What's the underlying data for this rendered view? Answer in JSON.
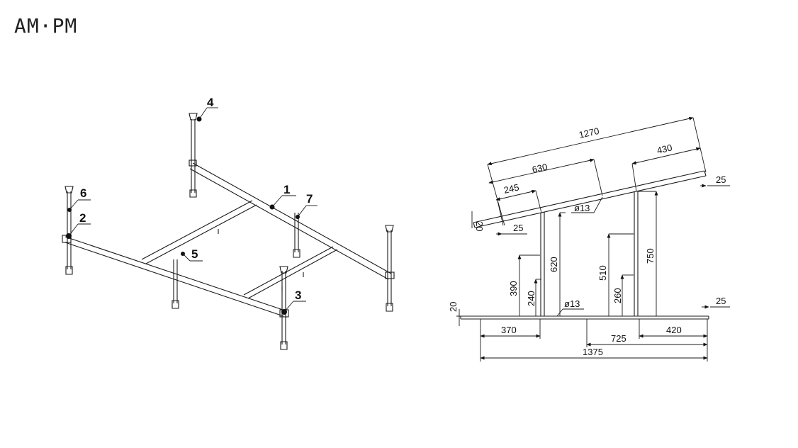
{
  "brand": {
    "text": "AM·PM"
  },
  "callouts": [
    "1",
    "2",
    "3",
    "4",
    "5",
    "6",
    "7"
  ],
  "dimensions": {
    "top": {
      "total": "1270",
      "left_span": "630",
      "right_span": "430",
      "inner_left": "245",
      "end_right": "25",
      "end_left": "25",
      "thickness": "20",
      "diameter": "ø13"
    },
    "leg_heights": {
      "front_left": "620",
      "mid_left_a": "390",
      "mid_left_b": "240",
      "front_right": "750",
      "mid_right_a": "510",
      "mid_right_b": "260"
    },
    "bottom": {
      "thickness": "20",
      "end_right": "25",
      "diameter": "ø13",
      "left": "370",
      "middle": "725",
      "right": "420",
      "total": "1375"
    }
  }
}
